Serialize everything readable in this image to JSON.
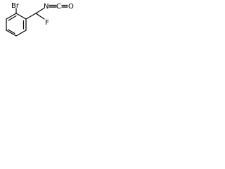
{
  "molecule": {
    "atoms": {
      "bromine": "Br",
      "nitrogen": "N",
      "carbon": "C",
      "oxygen": "O",
      "fluorine": "F"
    }
  }
}
